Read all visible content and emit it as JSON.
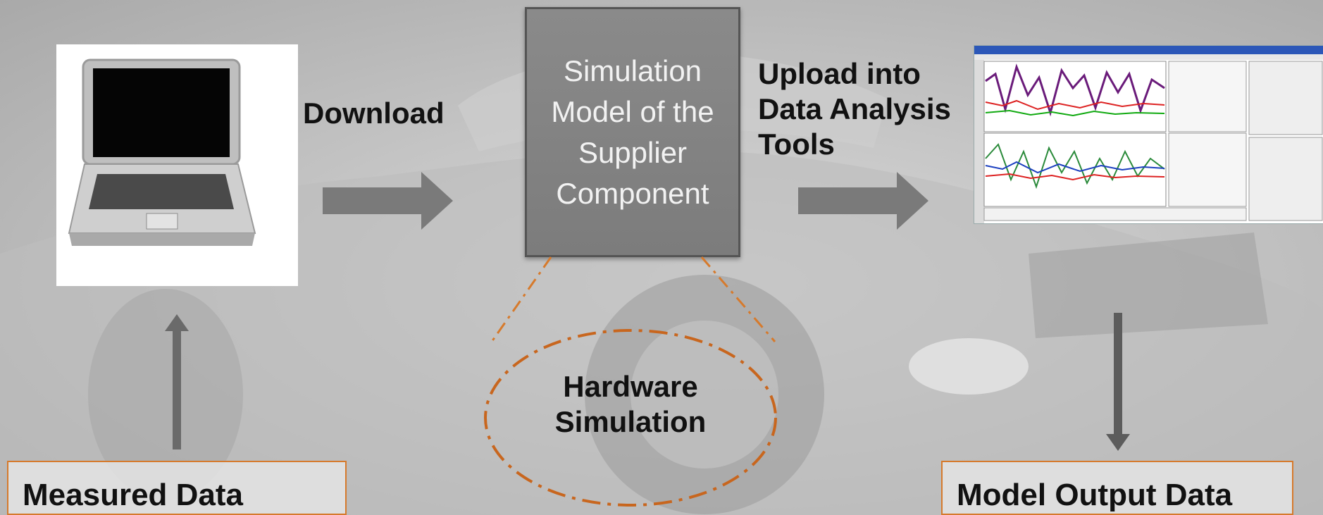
{
  "labels": {
    "download": "Download",
    "simulation_box": "Simulation Model of the Supplier Component",
    "upload": "Upload into Data Analysis Tools",
    "hardware_simulation": "Hardware Simulation",
    "measured_data": "Measured Data",
    "model_output_data": "Model Output Data"
  },
  "colors": {
    "arrow": "#7a7a7a",
    "box_fill": "#7f7f7f",
    "dash_line": "#d67a2c",
    "box_border": "#d67a2c"
  },
  "icons": [
    "laptop-image",
    "data-analysis-tool-screenshot",
    "car-background-image"
  ]
}
